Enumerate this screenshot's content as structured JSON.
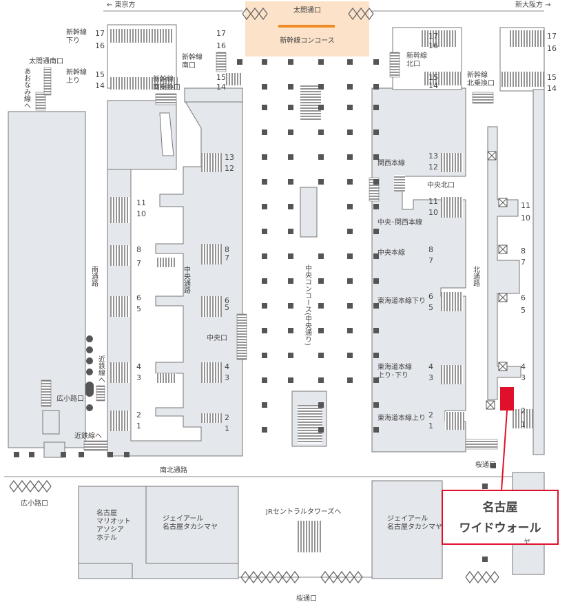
{
  "directions": {
    "tokyo": "← 東京方",
    "shin_osaka": "新大阪方 →"
  },
  "exits": {
    "taiko_dori_top": "太閤通口",
    "taiko_dori_south": "太閤通南口",
    "central_north": "中央北口",
    "central": "中央口",
    "hirokoji": "広小路口",
    "hirokoji_bottom": "広小路口",
    "sakura_dori": "桜通口",
    "sakura_dori_bottom": "桜通口",
    "shinkansen_north": "新幹線\n北口",
    "shinkansen_south": "新幹線\n南口",
    "shinkansen_south_transfer": "新幹線\n南乗換口",
    "shinkansen_north_transfer": "新幹線\n北乗換口"
  },
  "concourses": {
    "shinkansen": "新幹線コンコース",
    "central": "中央コンコース(中央通り)"
  },
  "passages": {
    "south": "南通路",
    "central": "中央通路",
    "north": "北通路",
    "south_north": "南北通路",
    "kintetsu_side": "近鉄線へ",
    "kintetsu_bottom": "近鉄線へ",
    "aonami": "あおなみ線へ",
    "jr_towers": "JRセントラルタワーズへ"
  },
  "line_labels": {
    "shinkansen_down": "新幹線\n下り",
    "shinkansen_up": "新幹線\n上り",
    "kansai": "関西本線",
    "chuo_kansai": "中央･関西本線",
    "chuo": "中央本線",
    "tokaido_down": "東海道本線下り",
    "tokaido_updown": "東海道本線\n上り･下り",
    "tokaido_up": "東海道本線上り"
  },
  "platform_numbers": {
    "left_shinkansen": [
      "17",
      "16",
      "15",
      "14"
    ],
    "mid_shinkansen": [
      "17",
      "16",
      "15",
      "14"
    ],
    "right_shinkansen_a": [
      "17",
      "16",
      "15",
      "14"
    ],
    "right_shinkansen_b": [
      "17",
      "16",
      "15",
      "14"
    ],
    "left_cols": [
      "11",
      "10",
      "8",
      "7",
      "6",
      "5",
      "4",
      "3",
      "2",
      "1"
    ],
    "mid_cols": [
      "13",
      "12",
      "8",
      "7",
      "6",
      "5",
      "4",
      "3",
      "2",
      "1"
    ],
    "right_cols_a": [
      "13",
      "12",
      "11",
      "10",
      "8",
      "7",
      "6",
      "5",
      "4",
      "3",
      "2",
      "1"
    ],
    "right_cols_b": [
      "11",
      "10",
      "8",
      "7",
      "6",
      "5",
      "4",
      "3",
      "2",
      "1"
    ]
  },
  "buildings": {
    "marriott": "名古屋\nマリオット\nアソシア\nホテル",
    "takashimaya_left": "ジェイアール\n名古屋タカシマヤ",
    "takashimaya_right": "ジェイアール\n名古屋タカシマヤ",
    "right_edge": "ヤ"
  },
  "callout": {
    "line1": "名古屋",
    "line2": "ワイドウォール"
  },
  "colors": {
    "building": "#e4e7eb",
    "outline": "#6b6b6b",
    "concourse_highlight": "#fbe2c8",
    "orange_bar": "#f08a24",
    "callout": "#e0102b",
    "text": "#444444"
  }
}
